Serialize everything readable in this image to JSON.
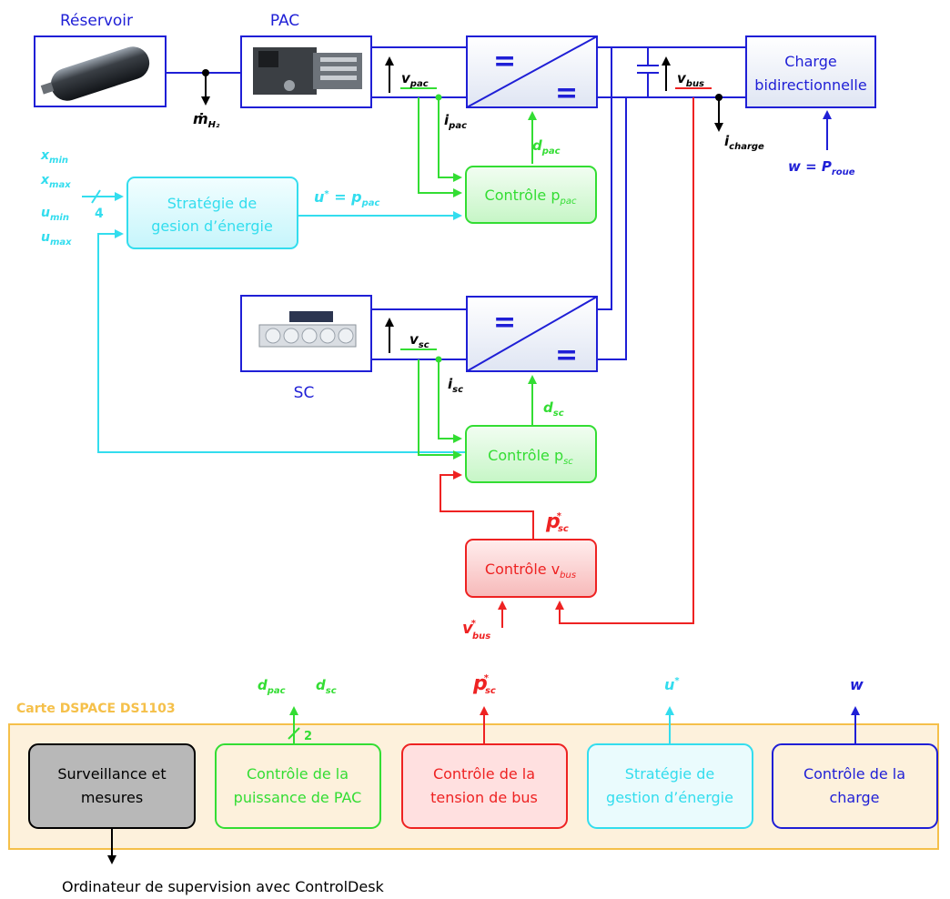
{
  "colors": {
    "blue": "#1f1fd6",
    "cyan": "#33ddee",
    "green": "#33dd33",
    "red": "#ee2222",
    "black": "#000000",
    "orange_border": "#f5c04a",
    "orange_fill": "#fdf1dc",
    "gray_fill": "#b8b8b8"
  },
  "top": {
    "reservoir_label": "Réservoir",
    "pac_label": "PAC",
    "sc_label": "SC",
    "charge_label_1": "Charge",
    "charge_label_2": "bidirectionnelle",
    "converter_symbol": "=",
    "mdot": "ṁ",
    "mdot_sub": "H₂",
    "v_pac": "v",
    "v_pac_sub": "pac",
    "i_pac": "i",
    "i_pac_sub": "pac",
    "v_sc": "v",
    "v_sc_sub": "sc",
    "i_sc": "i",
    "i_sc_sub": "sc",
    "v_bus": "v",
    "v_bus_sub": "bus",
    "i_charge": "i",
    "i_charge_sub": "charge",
    "w_label": "w = P",
    "w_label_sub": "roue",
    "d_pac": "d",
    "d_pac_sub": "pac",
    "d_sc": "d",
    "d_sc_sub": "sc"
  },
  "constraints": {
    "x_min": "x",
    "x_min_sub": "min",
    "x_max": "x",
    "x_max_sub": "max",
    "u_min": "u",
    "u_min_sub": "min",
    "u_max": "u",
    "u_max_sub": "max",
    "bus_width": "4"
  },
  "blocks": {
    "strategy_1": "Stratégie de",
    "strategy_2": "gesion d’énergie",
    "u_ref": "u",
    "u_ref_mid": " = p",
    "u_ref_sub": "pac",
    "ctrl_ppac": "Contrôle p",
    "ctrl_ppac_sub": "pac",
    "ctrl_psc": "Contrôle  p",
    "ctrl_psc_sub": "sc",
    "ctrl_vbus": "Contrôle v",
    "ctrl_vbus_sub": "bus",
    "p_sc_ref": "p",
    "p_sc_ref_sub": "sc",
    "v_bus_ref": "v",
    "v_bus_ref_sub": "bus",
    "star": "*"
  },
  "dspace": {
    "title": "Carte DSPACE DS1103",
    "out_dpac": "d",
    "out_dpac_sub": "pac",
    "out_dsc": "d",
    "out_dsc_sub": "sc",
    "out_width": "2",
    "out_psc": "p",
    "out_psc_sub": "sc",
    "out_u": "u",
    "out_w": "w",
    "star": "*",
    "surveillance_1": "Surveillance et",
    "surveillance_2": "mesures",
    "puissance_1": "Contrôle de la",
    "puissance_2": "puissance de PAC",
    "tension_1": "Contrôle de la",
    "tension_2": "tension de bus",
    "gestion_1": "Stratégie de",
    "gestion_2": "gestion d’énergie",
    "charge_1": "Contrôle de la",
    "charge_2": "charge",
    "ordinateur": "Ordinateur de supervision avec ControlDesk"
  }
}
